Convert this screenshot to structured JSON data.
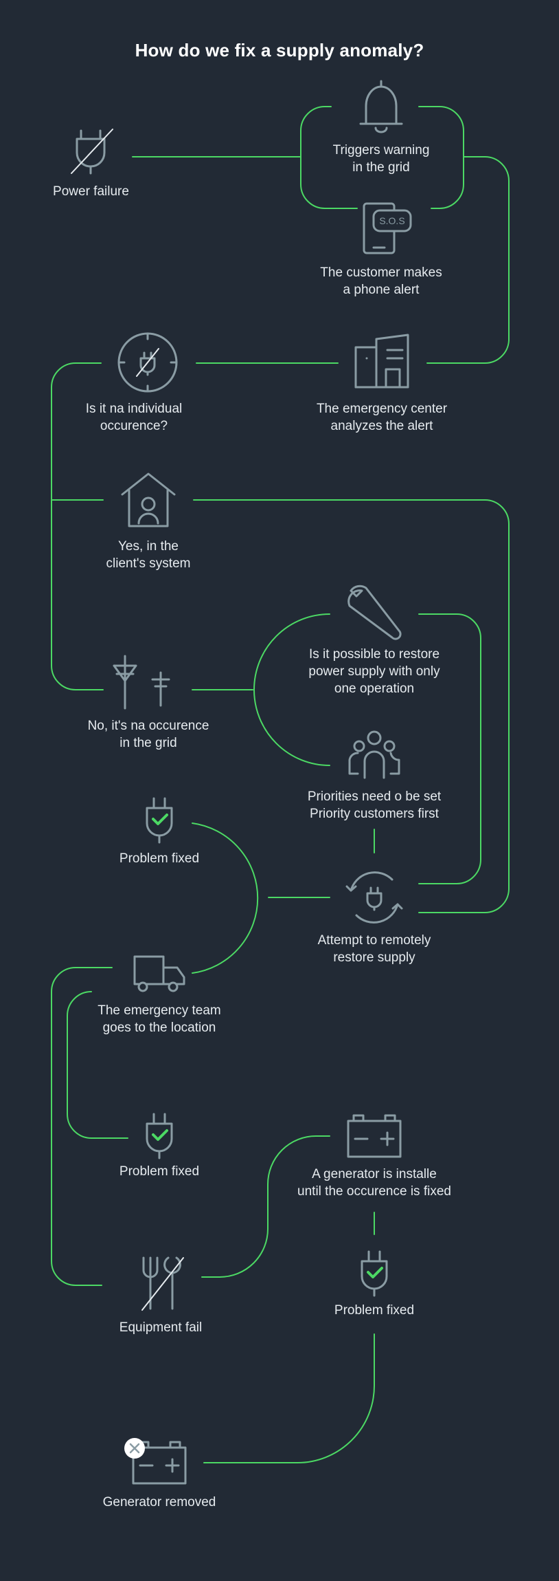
{
  "title": "How do we fix a supply anomaly?",
  "colors": {
    "background": "#222a35",
    "connector": "#4cd964",
    "icon_stroke": "#8a9ca4",
    "check": "#4cd964",
    "text": "#e6ebef"
  },
  "nodes": {
    "power_failure": {
      "label": "Power failure",
      "icon": "unplugged-icon"
    },
    "triggers_warning": {
      "label": "Triggers warning\nin the grid",
      "icon": "bell-icon"
    },
    "phone_alert": {
      "label": "The customer makes\na phone alert",
      "icon": "phone-sos-icon",
      "badge": "S.O.S"
    },
    "emergency_center": {
      "label": "The emergency center\nanalyzes the alert",
      "icon": "building-icon"
    },
    "individual": {
      "label": "Is it na individual\noccurence?",
      "icon": "clock-plug-icon"
    },
    "client_system": {
      "label": "Yes, in the\nclient's system",
      "icon": "house-person-icon"
    },
    "restore_one_op": {
      "label": "Is it possible to restore\npower supply with only\none operation",
      "icon": "wrench-icon"
    },
    "grid_occurence": {
      "label": "No, it's na occurence\nin the grid",
      "icon": "power-pylon-icon"
    },
    "priorities": {
      "label": "Priorities need o be set\nPriority customers first",
      "icon": "people-group-icon"
    },
    "fixed_1": {
      "label": "Problem fixed",
      "icon": "plug-check-icon"
    },
    "remote_restore": {
      "label": "Attempt to remotely\nrestore supply",
      "icon": "refresh-plug-icon"
    },
    "team_location": {
      "label": "The emergency team\ngoes to the location",
      "icon": "truck-icon"
    },
    "fixed_2": {
      "label": "Problem fixed",
      "icon": "plug-check-icon"
    },
    "generator_installed": {
      "label": "A generator is installe\nuntil the occurence is fixed",
      "icon": "battery-icon"
    },
    "equipment_fail": {
      "label": "Equipment fail",
      "icon": "broken-tools-icon"
    },
    "fixed_3": {
      "label": "Problem fixed",
      "icon": "plug-check-icon"
    },
    "generator_removed": {
      "label": "Generator removed",
      "icon": "battery-removed-icon"
    }
  }
}
